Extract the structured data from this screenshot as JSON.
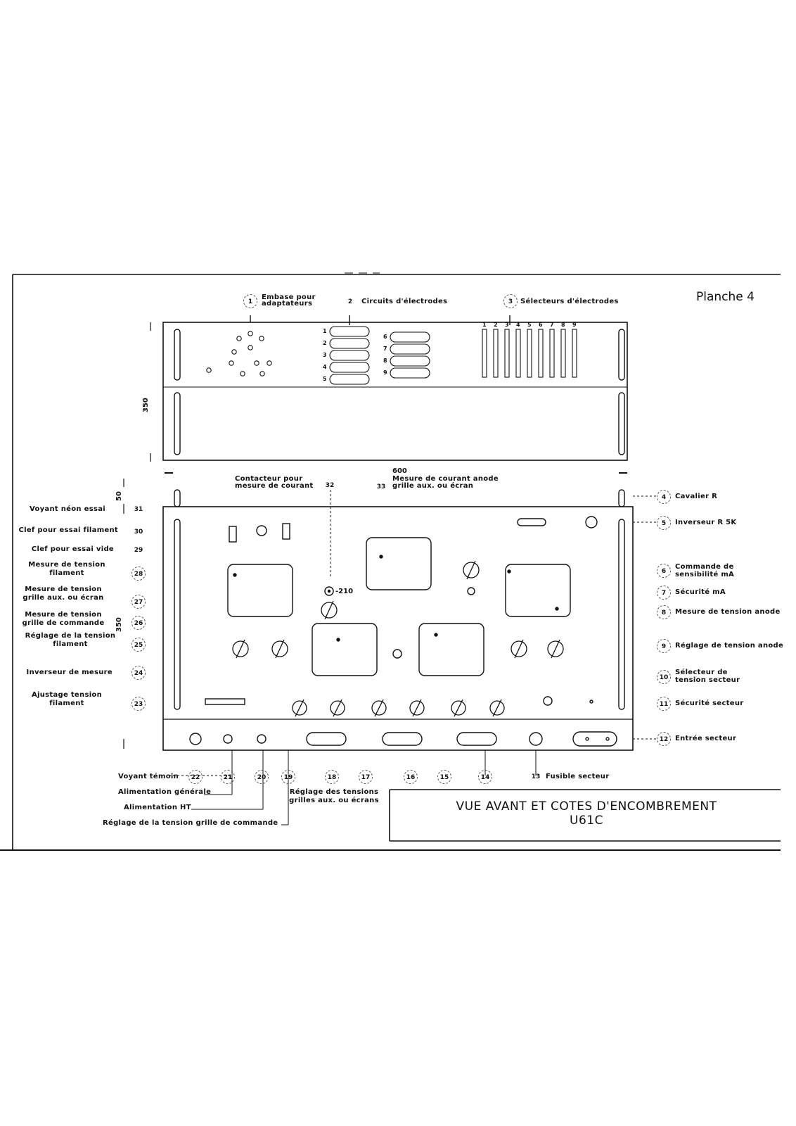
{
  "sheet": {
    "planche": "Planche 4"
  },
  "title": {
    "line1": "VUE AVANT ET COTES D'ENCOMBREMENT",
    "line2": "U61C"
  },
  "dimensions": {
    "height_top": "350",
    "height_bottom": "350",
    "spacer": "50",
    "width": "600",
    "value_210": "-210"
  },
  "top_callouts": [
    {
      "num": "1",
      "text": "Embase pour\nadaptateurs"
    },
    {
      "num": "2",
      "text": "Circuits d'électrodes"
    },
    {
      "num": "3",
      "text": "Sélecteurs d'électrodes"
    }
  ],
  "electrode_rows_left": [
    "1",
    "2",
    "3",
    "4",
    "5"
  ],
  "electrode_rows_right": [
    "6",
    "7",
    "8",
    "9"
  ],
  "selector_numbers": [
    "1",
    "2",
    "3",
    "4",
    "5",
    "6",
    "7",
    "8",
    "9"
  ],
  "mid_callouts": [
    {
      "num": "32",
      "text": "Contacteur pour\nmesure de courant"
    },
    {
      "num": "33",
      "text": "Mesure de courant anode\ngrille aux. ou écran"
    }
  ],
  "right_callouts": [
    {
      "num": "4",
      "text": "Cavalier R"
    },
    {
      "num": "5",
      "text": "Inverseur R 5K"
    },
    {
      "num": "6",
      "text": "Commande de\nsensibilité mA"
    },
    {
      "num": "7",
      "text": "Sécurité mA"
    },
    {
      "num": "8",
      "text": "Mesure de tension anode"
    },
    {
      "num": "9",
      "text": "Réglage de tension anode"
    },
    {
      "num": "10",
      "text": "Sélecteur de\ntension secteur"
    },
    {
      "num": "11",
      "text": "Sécurité secteur"
    },
    {
      "num": "12",
      "text": "Entrée secteur"
    }
  ],
  "left_callouts": [
    {
      "num": "31",
      "text": "Voyant néon essai"
    },
    {
      "num": "30",
      "text": "Clef pour essai filament"
    },
    {
      "num": "29",
      "text": "Clef pour essai vide"
    },
    {
      "num": "28",
      "text": "Mesure de tension\nfilament"
    },
    {
      "num": "27",
      "text": "Mesure de tension\ngrille aux. ou écran"
    },
    {
      "num": "26",
      "text": "Mesure de tension\ngrille de commande"
    },
    {
      "num": "25",
      "text": "Réglage de la tension\nfilament"
    },
    {
      "num": "24",
      "text": "Inverseur de mesure"
    },
    {
      "num": "23",
      "text": "Ajustage tension\nfilament"
    }
  ],
  "bottom_numbers": [
    "22",
    "21",
    "20",
    "19",
    "18",
    "17",
    "16",
    "15",
    "14"
  ],
  "bottom_callouts": {
    "n13": "13",
    "fusible": "Fusible secteur",
    "voyant": "Voyant témoin",
    "alim_gen": "Alimentation générale",
    "alim_ht": "Alimentation HT",
    "reglage_grille": "Réglage de la tension grille de commande",
    "reglage_aux": "Réglage des tensions\ngrilles aux. ou écrans"
  }
}
